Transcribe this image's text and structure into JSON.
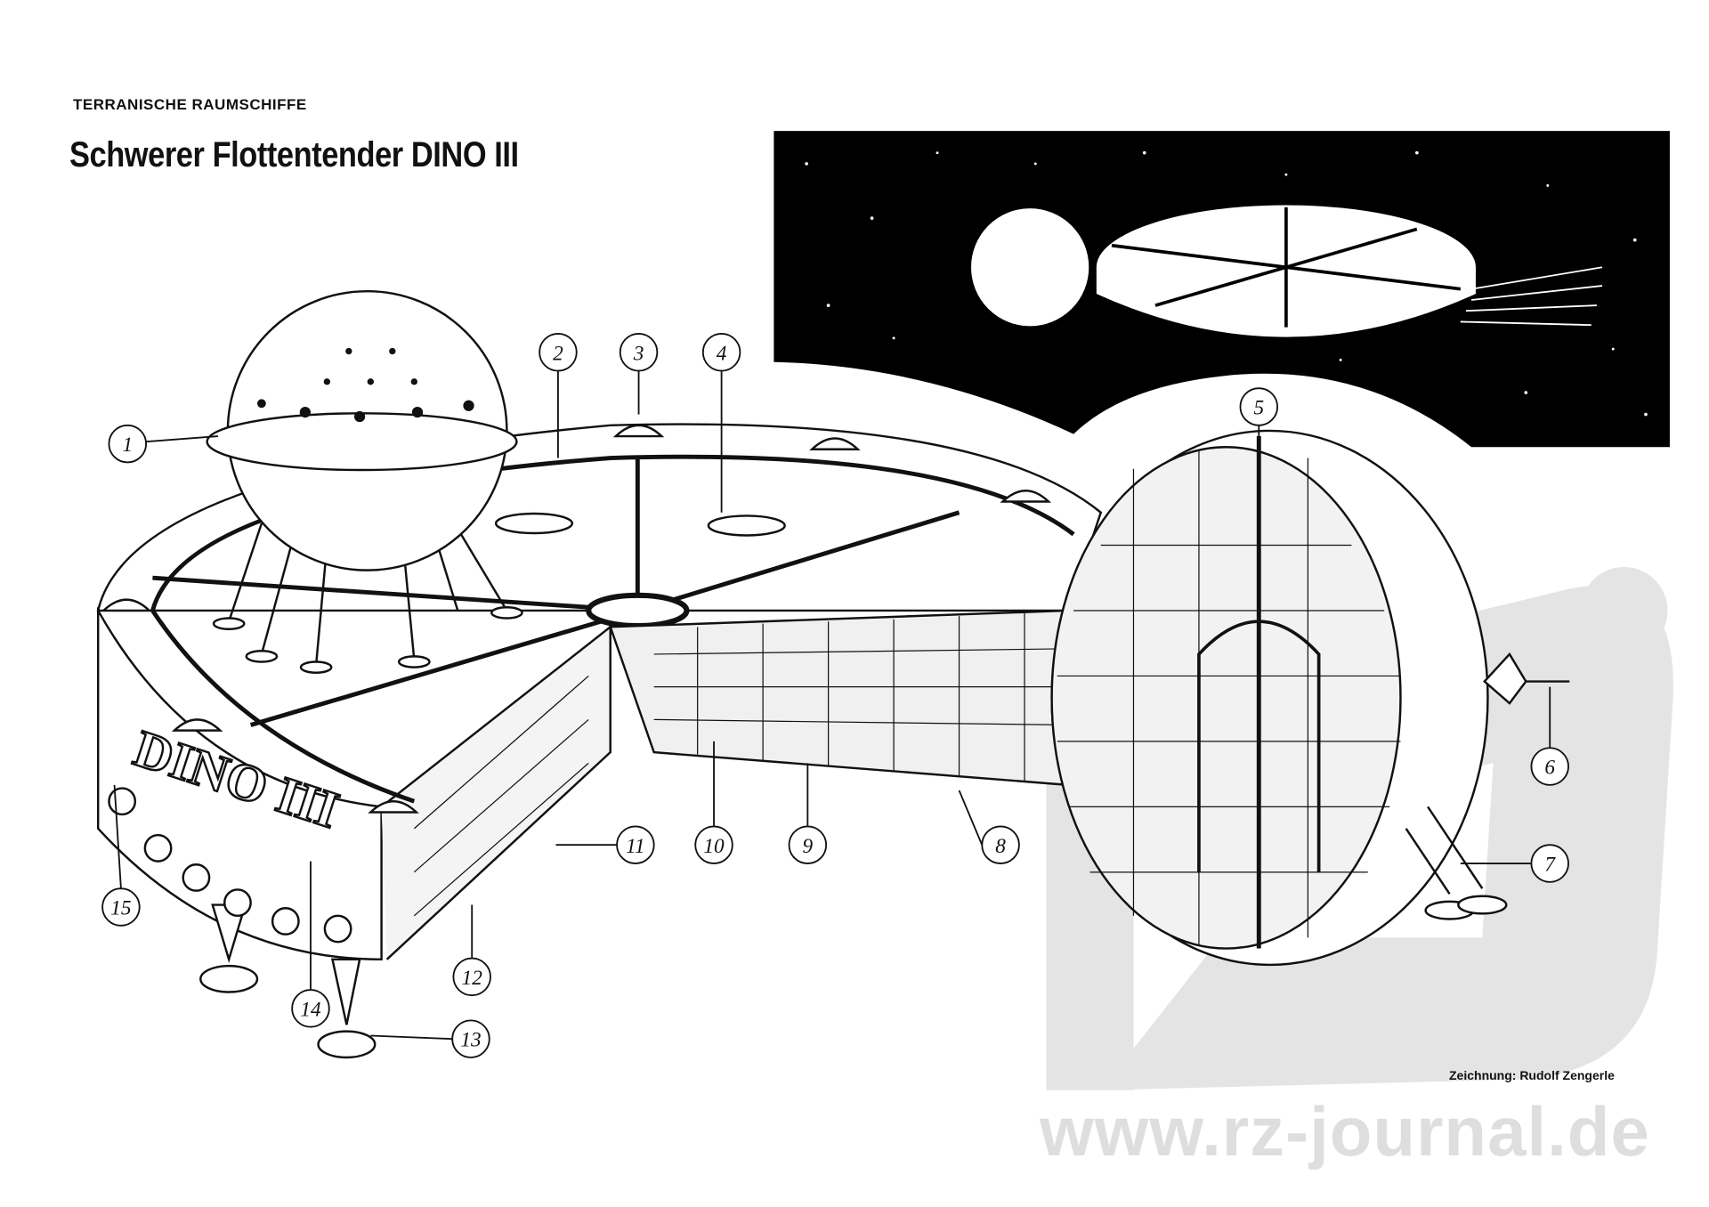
{
  "header": {
    "kicker": "TERRANISCHE RAUMSCHIFFE",
    "title": "Schwerer Flottentender DINO III"
  },
  "hull_lettering": "DINO III",
  "callouts": [
    "1",
    "2",
    "3",
    "4",
    "5",
    "6",
    "7",
    "8",
    "9",
    "10",
    "11",
    "12",
    "13",
    "14",
    "15"
  ],
  "credit": "Zeichnung: Rudolf Zengerle",
  "watermark": {
    "text": "www.rz-journal.de",
    "logo": "rz"
  },
  "colors": {
    "ink": "#111111",
    "space": "#000000",
    "watermark": "#dedede"
  }
}
